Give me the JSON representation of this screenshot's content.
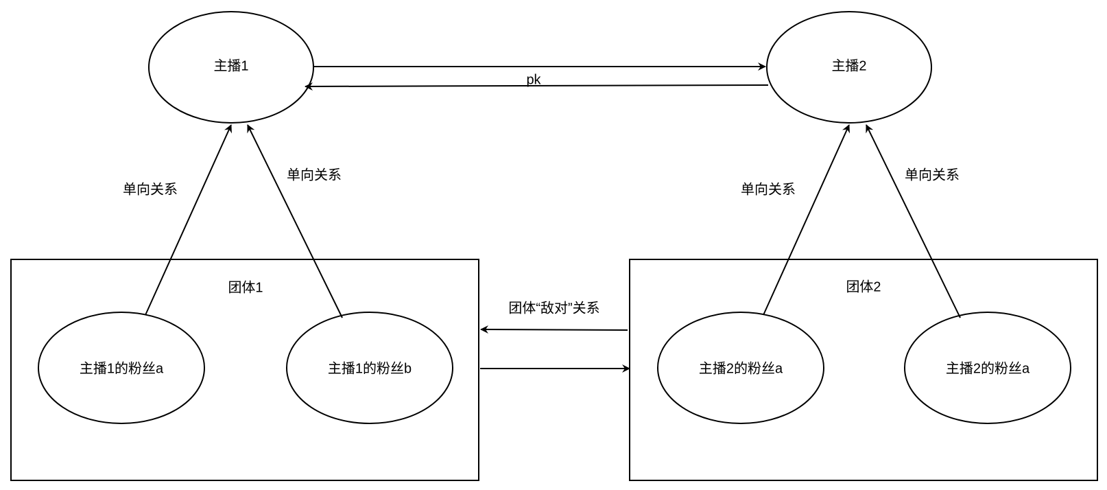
{
  "nodes": {
    "anchor1": "主播1",
    "anchor2": "主播2",
    "group1": "团体1",
    "group2": "团体2",
    "fan1a": "主播1的粉丝a",
    "fan1b": "主播1的粉丝b",
    "fan2a": "主播2的粉丝a",
    "fan2b": "主播2的粉丝a"
  },
  "edges": {
    "pk": "pk",
    "one_way_1a": "单向关系",
    "one_way_1b": "单向关系",
    "one_way_2a": "单向关系",
    "one_way_2b": "单向关系",
    "rivalry": "团体“敌对”关系"
  }
}
